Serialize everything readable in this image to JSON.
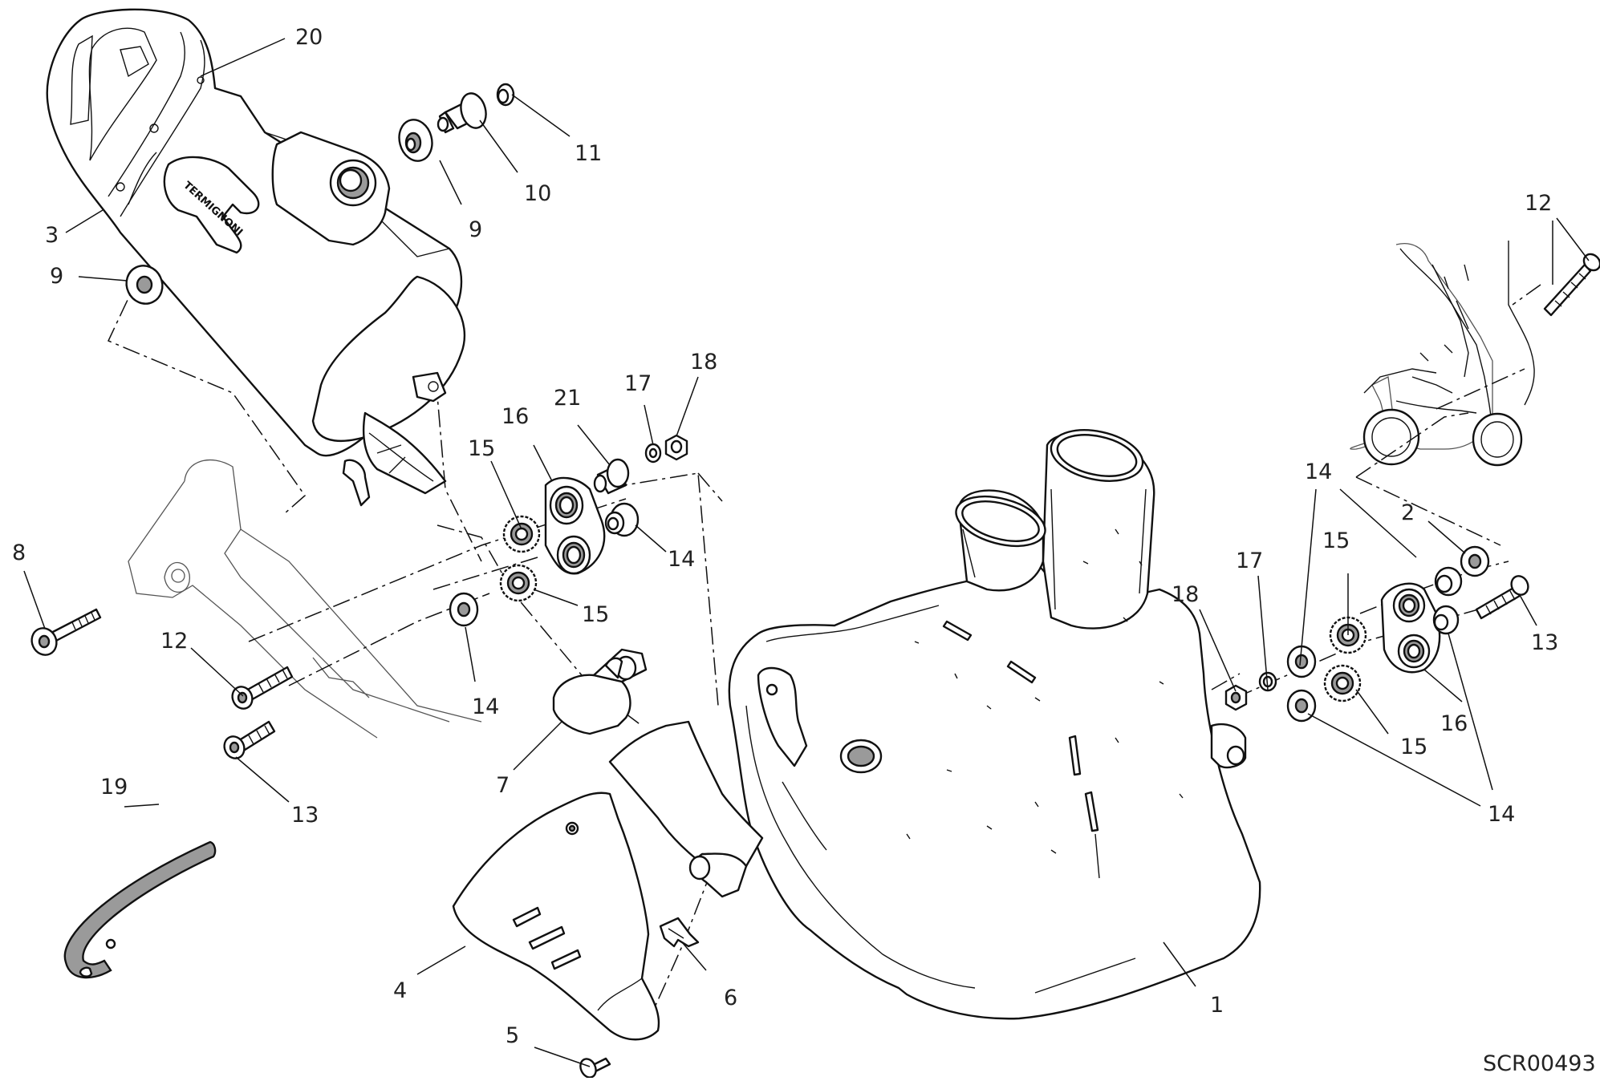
{
  "diagram": {
    "reference_code": "SCR00493",
    "logo_text": "TERMIGNONI"
  },
  "callouts": [
    {
      "id": "c1",
      "label": "1"
    },
    {
      "id": "c2",
      "label": "2"
    },
    {
      "id": "c3",
      "label": "3"
    },
    {
      "id": "c4",
      "label": "4"
    },
    {
      "id": "c5",
      "label": "5"
    },
    {
      "id": "c6",
      "label": "6"
    },
    {
      "id": "c7",
      "label": "7"
    },
    {
      "id": "c8",
      "label": "8"
    },
    {
      "id": "c9a",
      "label": "9"
    },
    {
      "id": "c9b",
      "label": "9"
    },
    {
      "id": "c10",
      "label": "10"
    },
    {
      "id": "c11",
      "label": "11"
    },
    {
      "id": "c12a",
      "label": "12"
    },
    {
      "id": "c12b",
      "label": "12"
    },
    {
      "id": "c13a",
      "label": "13"
    },
    {
      "id": "c13b",
      "label": "13"
    },
    {
      "id": "c14a",
      "label": "14"
    },
    {
      "id": "c14b",
      "label": "14"
    },
    {
      "id": "c14c",
      "label": "14"
    },
    {
      "id": "c14d",
      "label": "14"
    },
    {
      "id": "c15a",
      "label": "15"
    },
    {
      "id": "c15b",
      "label": "15"
    },
    {
      "id": "c15c",
      "label": "15"
    },
    {
      "id": "c15d",
      "label": "15"
    },
    {
      "id": "c16a",
      "label": "16"
    },
    {
      "id": "c16b",
      "label": "16"
    },
    {
      "id": "c17a",
      "label": "17"
    },
    {
      "id": "c17b",
      "label": "17"
    },
    {
      "id": "c18a",
      "label": "18"
    },
    {
      "id": "c18b",
      "label": "18"
    },
    {
      "id": "c19",
      "label": "19"
    },
    {
      "id": "c20",
      "label": "20"
    },
    {
      "id": "c21",
      "label": "21"
    }
  ]
}
